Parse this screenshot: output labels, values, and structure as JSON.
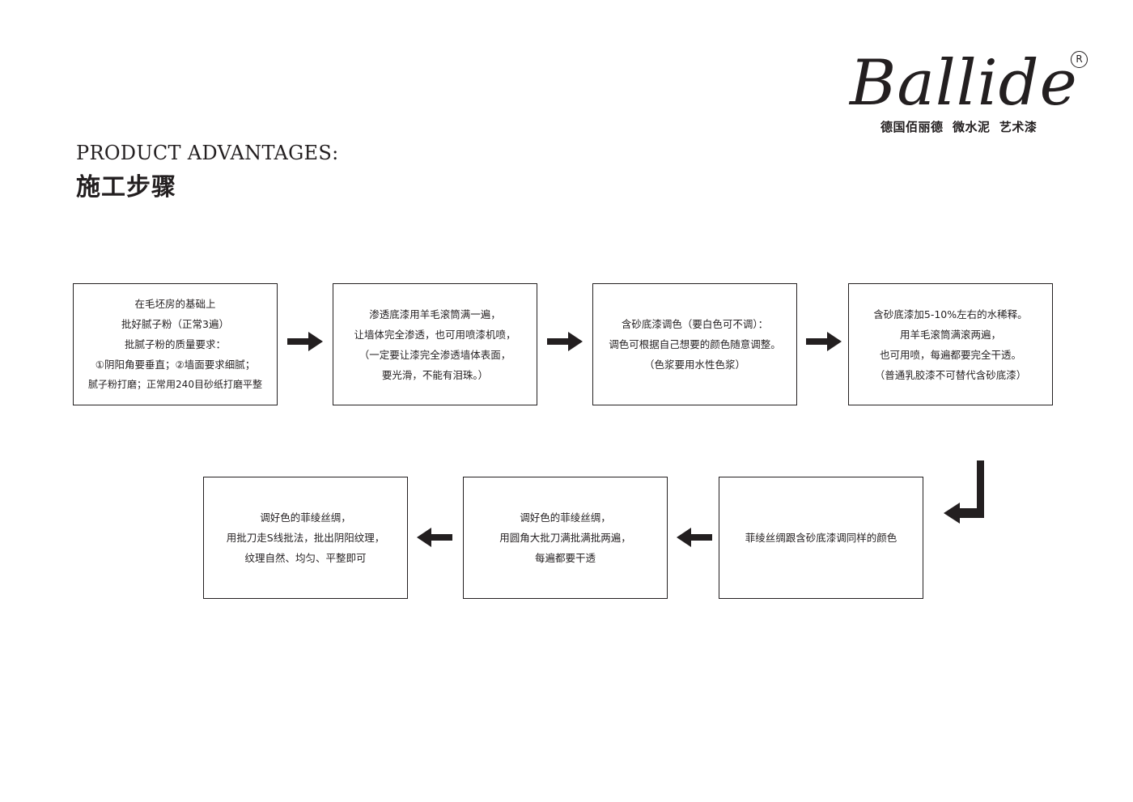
{
  "brand": {
    "logo_text": "Ballide",
    "registered_mark": "R",
    "tagline": "德国佰丽德  微水泥  艺术漆"
  },
  "heading": {
    "english": "PRODUCT ADVANTAGES:",
    "chinese": "施工步骤"
  },
  "steps": [
    {
      "lines": [
        "在毛坯房的基础上",
        "批好腻子粉（正常3遍）",
        "批腻子粉的质量要求：",
        "①阴阳角要垂直；②墙面要求细腻；",
        "腻子粉打磨；正常用240目砂纸打磨平整"
      ]
    },
    {
      "lines": [
        "渗透底漆用羊毛滚筒满一遍，",
        "让墙体完全渗透，也可用喷漆机喷，",
        "（一定要让漆完全渗透墙体表面，",
        "要光滑，不能有泪珠。）"
      ]
    },
    {
      "lines": [
        "含砂底漆调色（要白色可不调）：",
        "调色可根据自己想要的颜色随意调整。",
        "（色浆要用水性色浆）"
      ]
    },
    {
      "lines": [
        "含砂底漆加5-10%左右的水稀释。",
        "用羊毛滚筒满滚两遍，",
        "也可用喷，每遍都要完全干透。",
        "（普通乳胶漆不可替代含砂底漆）"
      ]
    },
    {
      "lines": [
        "菲绫丝绸跟含砂底漆调同样的颜色"
      ]
    },
    {
      "lines": [
        "调好色的菲绫丝绸，",
        "用圆角大批刀满批满批两遍，",
        "每遍都要干透"
      ]
    },
    {
      "lines": [
        "调好色的菲绫丝绸，",
        "用批刀走S线批法，批出阴阳纹理，",
        "纹理自然、均匀、平整即可"
      ]
    }
  ]
}
